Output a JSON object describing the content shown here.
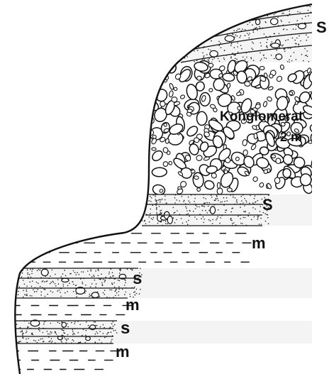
{
  "figure": {
    "labels": {
      "top_sandstone": "S",
      "conglomerate_name": "Konglomerat",
      "conglomerate_thickness": "2 m",
      "sandstone_2": "S",
      "marl_1": "m",
      "sandstone_3": "s",
      "marl_2": "m",
      "sandstone_4": "s",
      "marl_3": "m"
    },
    "colors": {
      "ink": "#111111",
      "background": "#ffffff"
    }
  }
}
